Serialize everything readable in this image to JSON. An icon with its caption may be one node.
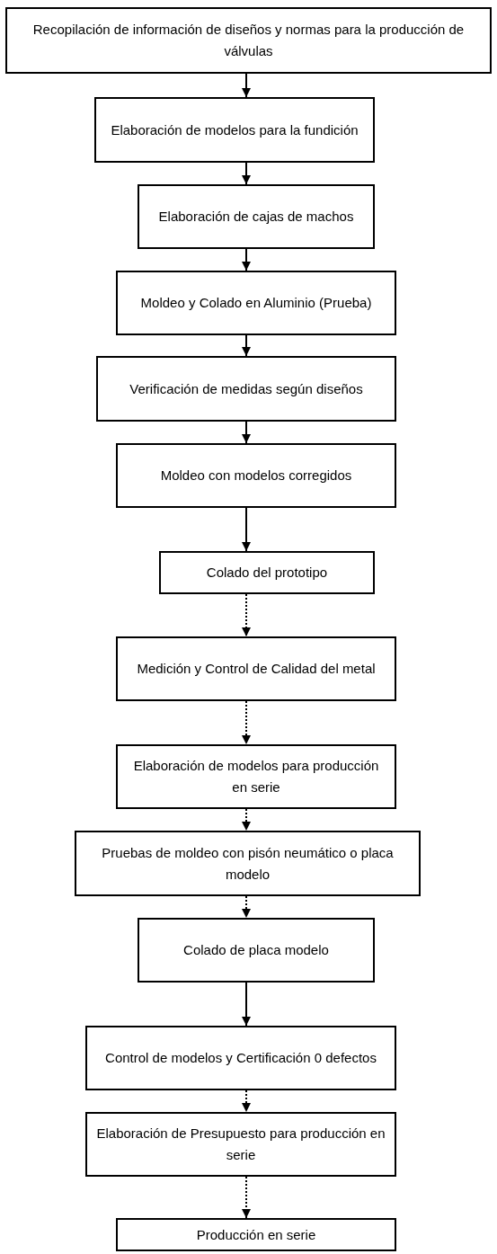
{
  "diagram": {
    "nodes": [
      {
        "text": [
          "Recopilación de información de diseños y normas para la producción de válvulas"
        ]
      },
      {
        "text": [
          "Elaboración de modelos para la fundición"
        ]
      },
      {
        "text": [
          "Elaboración de cajas de machos"
        ]
      },
      {
        "text": [
          "Moldeo y Colado en Aluminio (Prueba)"
        ]
      },
      {
        "text": [
          "Verificación de medidas según diseños"
        ]
      },
      {
        "text": [
          "Moldeo con modelos corregidos"
        ]
      },
      {
        "text": [
          "Colado del prototipo"
        ]
      },
      {
        "text": [
          "Medición y Control de Calidad del metal"
        ]
      },
      {
        "text": [
          "Elaboración de modelos para producción en serie"
        ]
      },
      {
        "text": [
          "Pruebas de moldeo con pisón neumático o placa modelo"
        ]
      },
      {
        "text": [
          "Colado de placa modelo"
        ]
      },
      {
        "text": [
          "Control de modelos y Certificación 0 defectos"
        ]
      },
      {
        "text": [
          "Elaboración de Presupuesto para producción en serie"
        ]
      },
      {
        "text": [
          "Producción en serie"
        ]
      }
    ],
    "edges": [
      {
        "from": 0,
        "to": 1,
        "arrow": "to"
      },
      {
        "from": 1,
        "to": 2,
        "arrow": "to"
      },
      {
        "from": 2,
        "to": 3,
        "arrow": "to"
      },
      {
        "from": 3,
        "to": 4,
        "arrow": "to"
      },
      {
        "from": 4,
        "to": 5,
        "arrow": "to"
      },
      {
        "from": 5,
        "to": 6,
        "arrow": "to"
      },
      {
        "from": 6,
        "to": 7,
        "arrow": "to",
        "style": "dashed"
      },
      {
        "from": 7,
        "to": 8,
        "arrow": "to",
        "style": "dashed"
      },
      {
        "from": 8,
        "to": 9,
        "arrow": "to",
        "style": "dashed"
      },
      {
        "from": 9,
        "to": 10,
        "arrow": "to",
        "style": "dashed"
      },
      {
        "from": 10,
        "to": 11,
        "arrow": "to"
      },
      {
        "from": 11,
        "to": 12,
        "arrow": "to",
        "style": "dashed"
      },
      {
        "from": 12,
        "to": 13,
        "arrow": "to",
        "style": "dashed"
      }
    ]
  }
}
